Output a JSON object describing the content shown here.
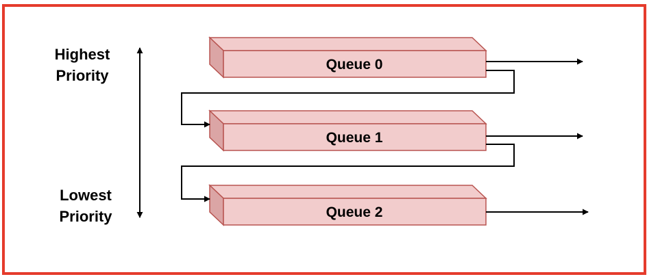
{
  "priority": {
    "highest_line1": "Highest",
    "highest_line2": "Priority",
    "lowest_line1": "Lowest",
    "lowest_line2": "Priority"
  },
  "queues": [
    {
      "label": "Queue 0"
    },
    {
      "label": "Queue 1"
    },
    {
      "label": "Queue 2"
    }
  ],
  "colors": {
    "border": "#e53b2c",
    "queue_fill": "#f2cccc",
    "queue_side": "#dba5a5",
    "queue_stroke": "#b85450",
    "arrow": "#000000"
  }
}
